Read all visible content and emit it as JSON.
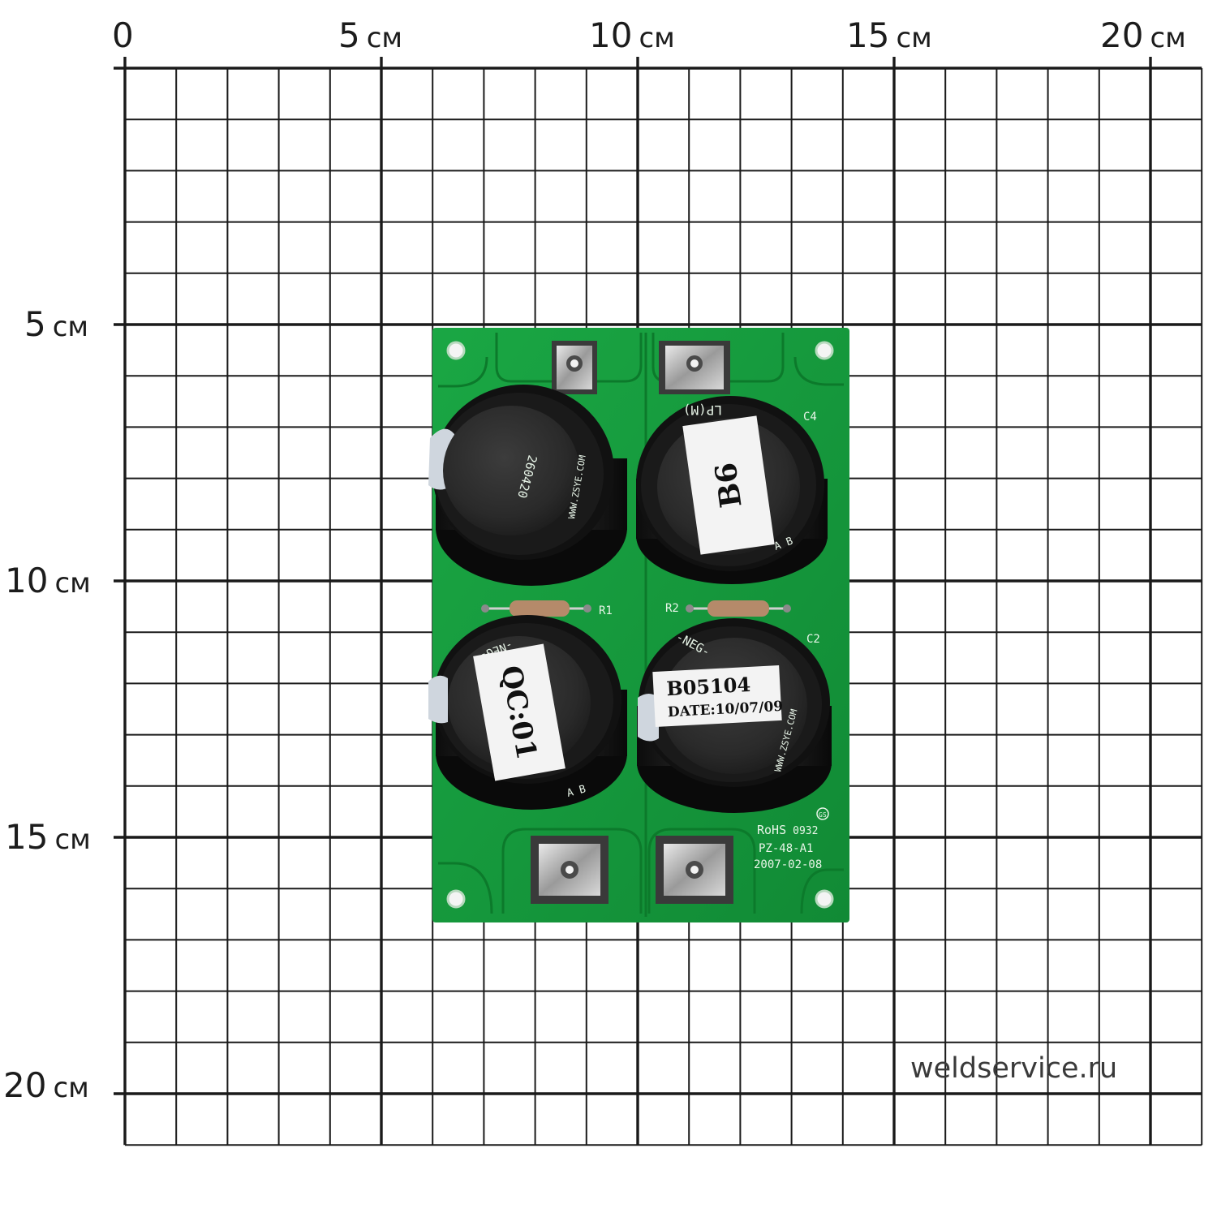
{
  "ruler": {
    "x_labels": [
      {
        "num": "0",
        "unit": ""
      },
      {
        "num": "5",
        "unit": "см"
      },
      {
        "num": "10",
        "unit": "см"
      },
      {
        "num": "15",
        "unit": "см"
      },
      {
        "num": "20",
        "unit": "см"
      }
    ],
    "y_labels": [
      {
        "num": "5",
        "unit": "см"
      },
      {
        "num": "10",
        "unit": "см"
      },
      {
        "num": "15",
        "unit": "см"
      },
      {
        "num": "20",
        "unit": "см"
      }
    ]
  },
  "watermark": "weldservice.ru",
  "board": {
    "silkscreen": {
      "c4": "C4",
      "c2": "C2",
      "r1": "R1",
      "r2": "R2",
      "rohs": "RoHS",
      "rohs_code": "0932",
      "model": "PZ-48-A1",
      "date": "2007-02-08",
      "gs": "GS"
    },
    "capacitors": {
      "top_left": {
        "top_text": "260420",
        "brand": "WWW.ZSYE.COM"
      },
      "top_right": {
        "brand_top": "LP(M)",
        "sticker": "B6",
        "marks": "A B"
      },
      "bottom_left": {
        "brand_top": "-NEG-",
        "sticker": "QC:01",
        "marks": "A B"
      },
      "bottom_right": {
        "brand_top": "-NEG-",
        "sticker_line1": "B05104",
        "sticker_line2": "DATE:10/07/09",
        "brand": "WWW.ZSYE.COM"
      }
    }
  },
  "colors": {
    "pcb": "#159a3c",
    "pcb_dark": "#0f7d2f",
    "grid": "#1a1a1a",
    "cap_body": "#141414",
    "cap_top": "#2b2b2b"
  }
}
